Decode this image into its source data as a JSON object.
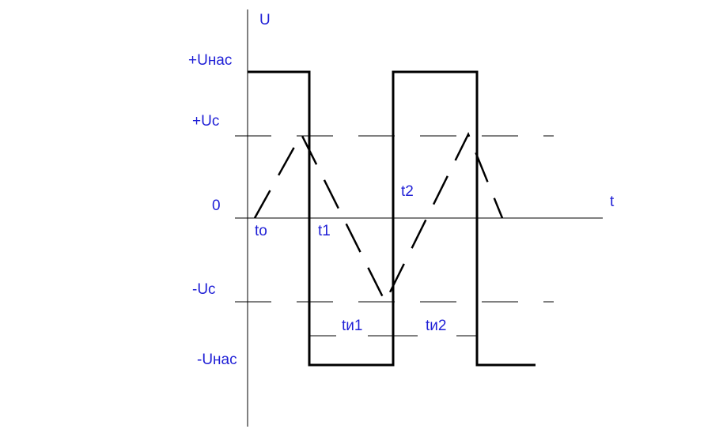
{
  "diagram": {
    "y_axis_label": "U",
    "x_axis_label": "t",
    "levels": {
      "u_sat_pos": "+Uнас",
      "u_c_pos": "+Uс",
      "zero": "0",
      "u_c_neg": "-Uс",
      "u_sat_neg": "-Uнас"
    },
    "time_marks": {
      "t0": "to",
      "t1": "t1",
      "t2": "t2"
    },
    "durations": {
      "ti1": "tи1",
      "ti2": "tи2"
    },
    "colors": {
      "label": "#1f1fd6",
      "line": "#000000"
    }
  }
}
